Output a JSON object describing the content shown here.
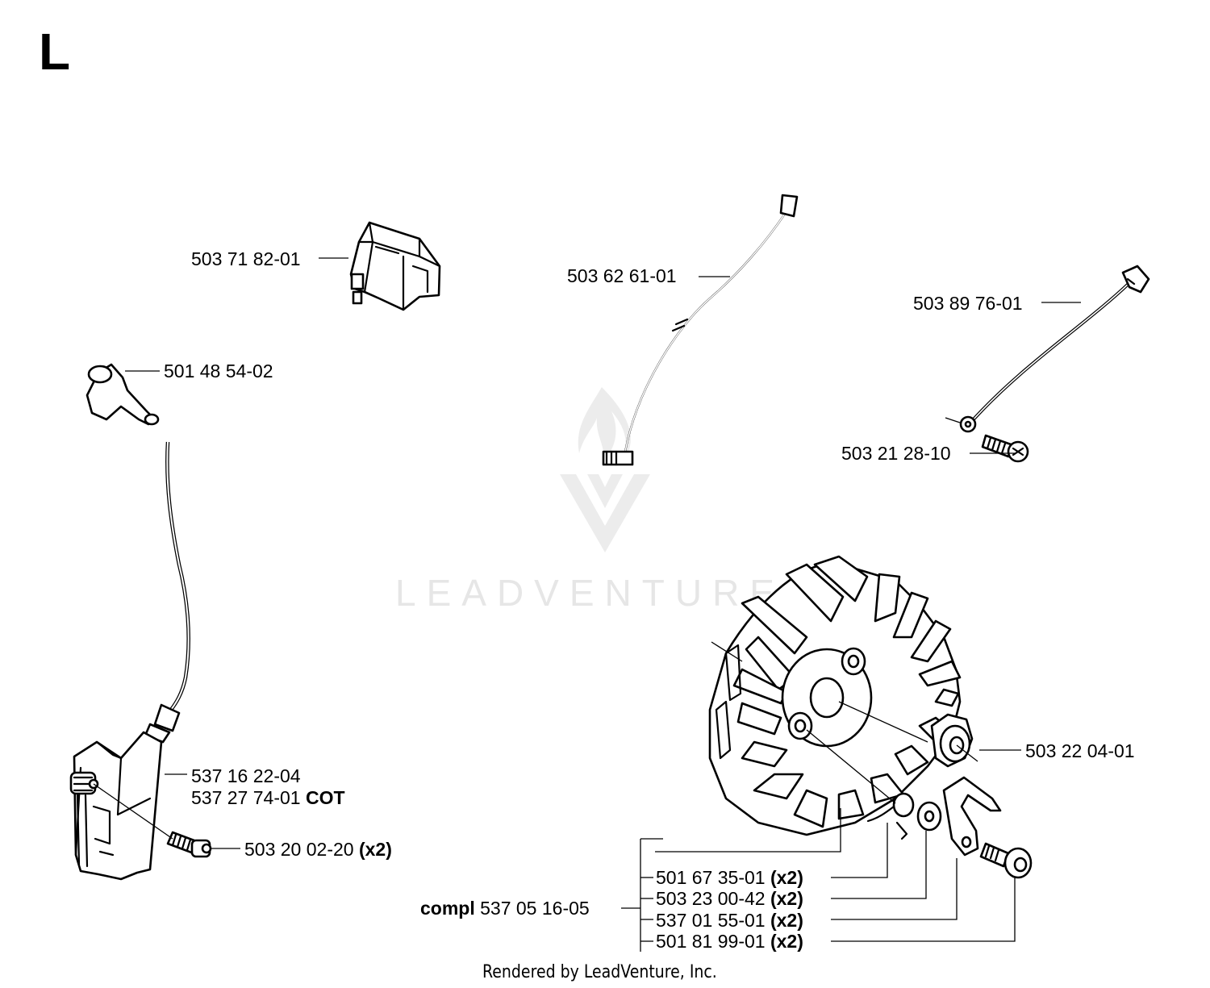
{
  "section_letter": "L",
  "watermark": {
    "text": "LEADVENTURE",
    "icon": "leadventure-flame-logo"
  },
  "footer": "Rendered by LeadVenture, Inc.",
  "parts": {
    "switch": "503 71 82-01",
    "cable_terminal": "503 62 61-01",
    "ground_cable": "503 89 76-01",
    "spark_plug_cap": "501 48 54-02",
    "cable_screw": "503 21 28-10",
    "ignition_module": "537 16 22-04",
    "ignition_module_alt": "537 27 74-01",
    "ignition_module_alt_tag": "COT",
    "module_screw": "503 20 02-20",
    "module_screw_qty": "(x2)",
    "flywheel_nut": "503 22 04-01",
    "flywheel_compl_prefix": "compl",
    "flywheel_compl": "537 05 16-05",
    "spring": "501 67 35-01",
    "spring_qty": "(x2)",
    "washer": "503 23 00-42",
    "washer_qty": "(x2)",
    "pawl": "537 01 55-01",
    "pawl_qty": "(x2)",
    "pawl_screw": "501 81 99-01",
    "pawl_screw_qty": "(x2)"
  }
}
